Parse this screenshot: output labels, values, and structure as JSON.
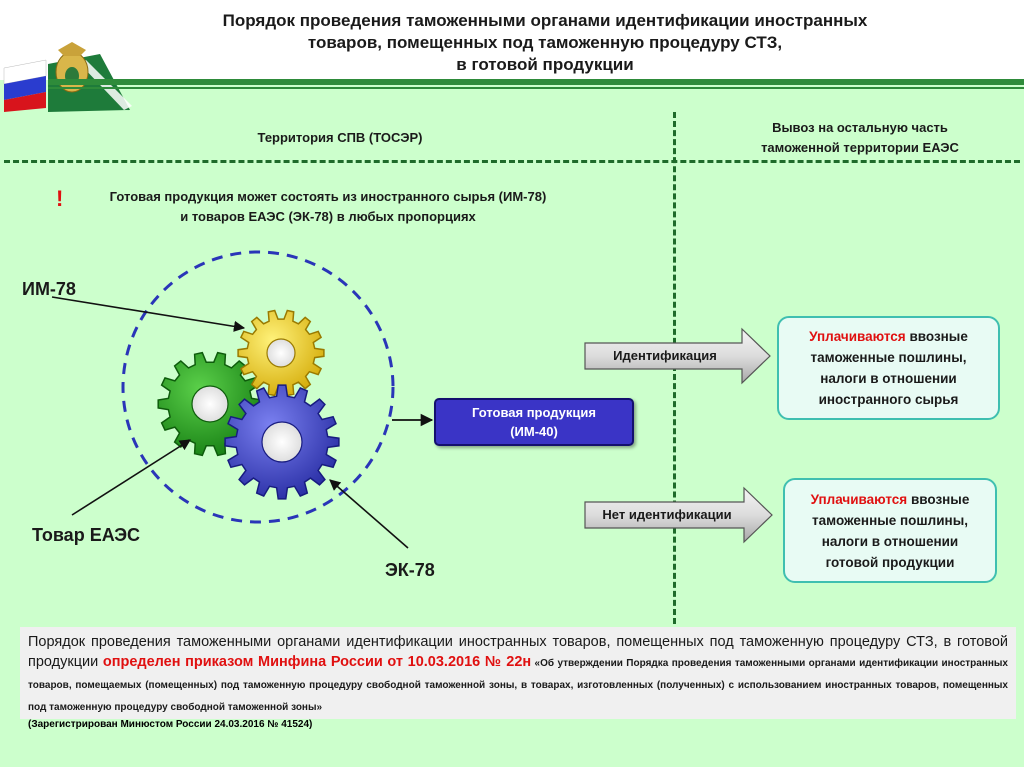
{
  "header": {
    "title_line1": "Порядок проведения таможенными органами идентификации иностранных",
    "title_line2": "товаров, помещенных под таможенную процедуру СТЗ,",
    "title_line3": "в готовой продукции",
    "colors": {
      "flag_white": "#ffffff",
      "flag_blue": "#2a3ccf",
      "flag_red": "#d8141c",
      "emblem_green": "#1e7b3a",
      "stripe_green": "#2e8b3a"
    }
  },
  "columns": {
    "left_title": "Территория СПВ (ТОСЭР)",
    "right_title_line1": "Вывоз на остальную часть",
    "right_title_line2": "таможенной территории ЕАЭС"
  },
  "note": {
    "mark": "!",
    "line1": "Готовая продукция может состоять из иностранного сырья (ИМ-78)",
    "line2": "и товаров ЕАЭС (ЭК-78) в любых пропорциях"
  },
  "diagram": {
    "label_im78": "ИМ-78",
    "label_eaes": "Товар ЕАЭС",
    "label_ek78": "ЭК-78",
    "gear_colors": {
      "yellow": "#f0d010",
      "green": "#22a31c",
      "blue": "#3a3fd0"
    },
    "product_line1": "Готовая продукция",
    "product_line2": "(ИМ-40)"
  },
  "outcomes": {
    "identification": "Идентификация",
    "no_identification": "Нет идентификации",
    "result1": {
      "red": "Уплачиваются",
      "rest1": " ввозные",
      "line2": "таможенные пошлины,",
      "line3": "налоги в отношении",
      "line4": "иностранного сырья"
    },
    "result2": {
      "red": "Уплачиваются",
      "rest1": " ввозные",
      "line2": "таможенные пошлины,",
      "line3": "налоги в отношении",
      "line4": "готовой продукции"
    }
  },
  "footer": {
    "part1": "Порядок проведения таможенными органами идентификации иностранных товаров, помещенных под таможенную процедуру СТЗ, в готовой продукции ",
    "part_red": "определен приказом Минфина России от 10.03.2016 № 22н",
    "part_small": " «Об утверждении Порядка проведения таможенными органами идентификации иностранных товаров, помещаемых (помещенных) под таможенную процедуру свободной таможенной зоны, в товарах, изготовленных (полученных) с использованием иностранных товаров, помещенных под таможенную процедуру свободной таможенной зоны»",
    "registration": "(Зарегистрирован Минюстом России 24.03.2016 № 41524)"
  }
}
